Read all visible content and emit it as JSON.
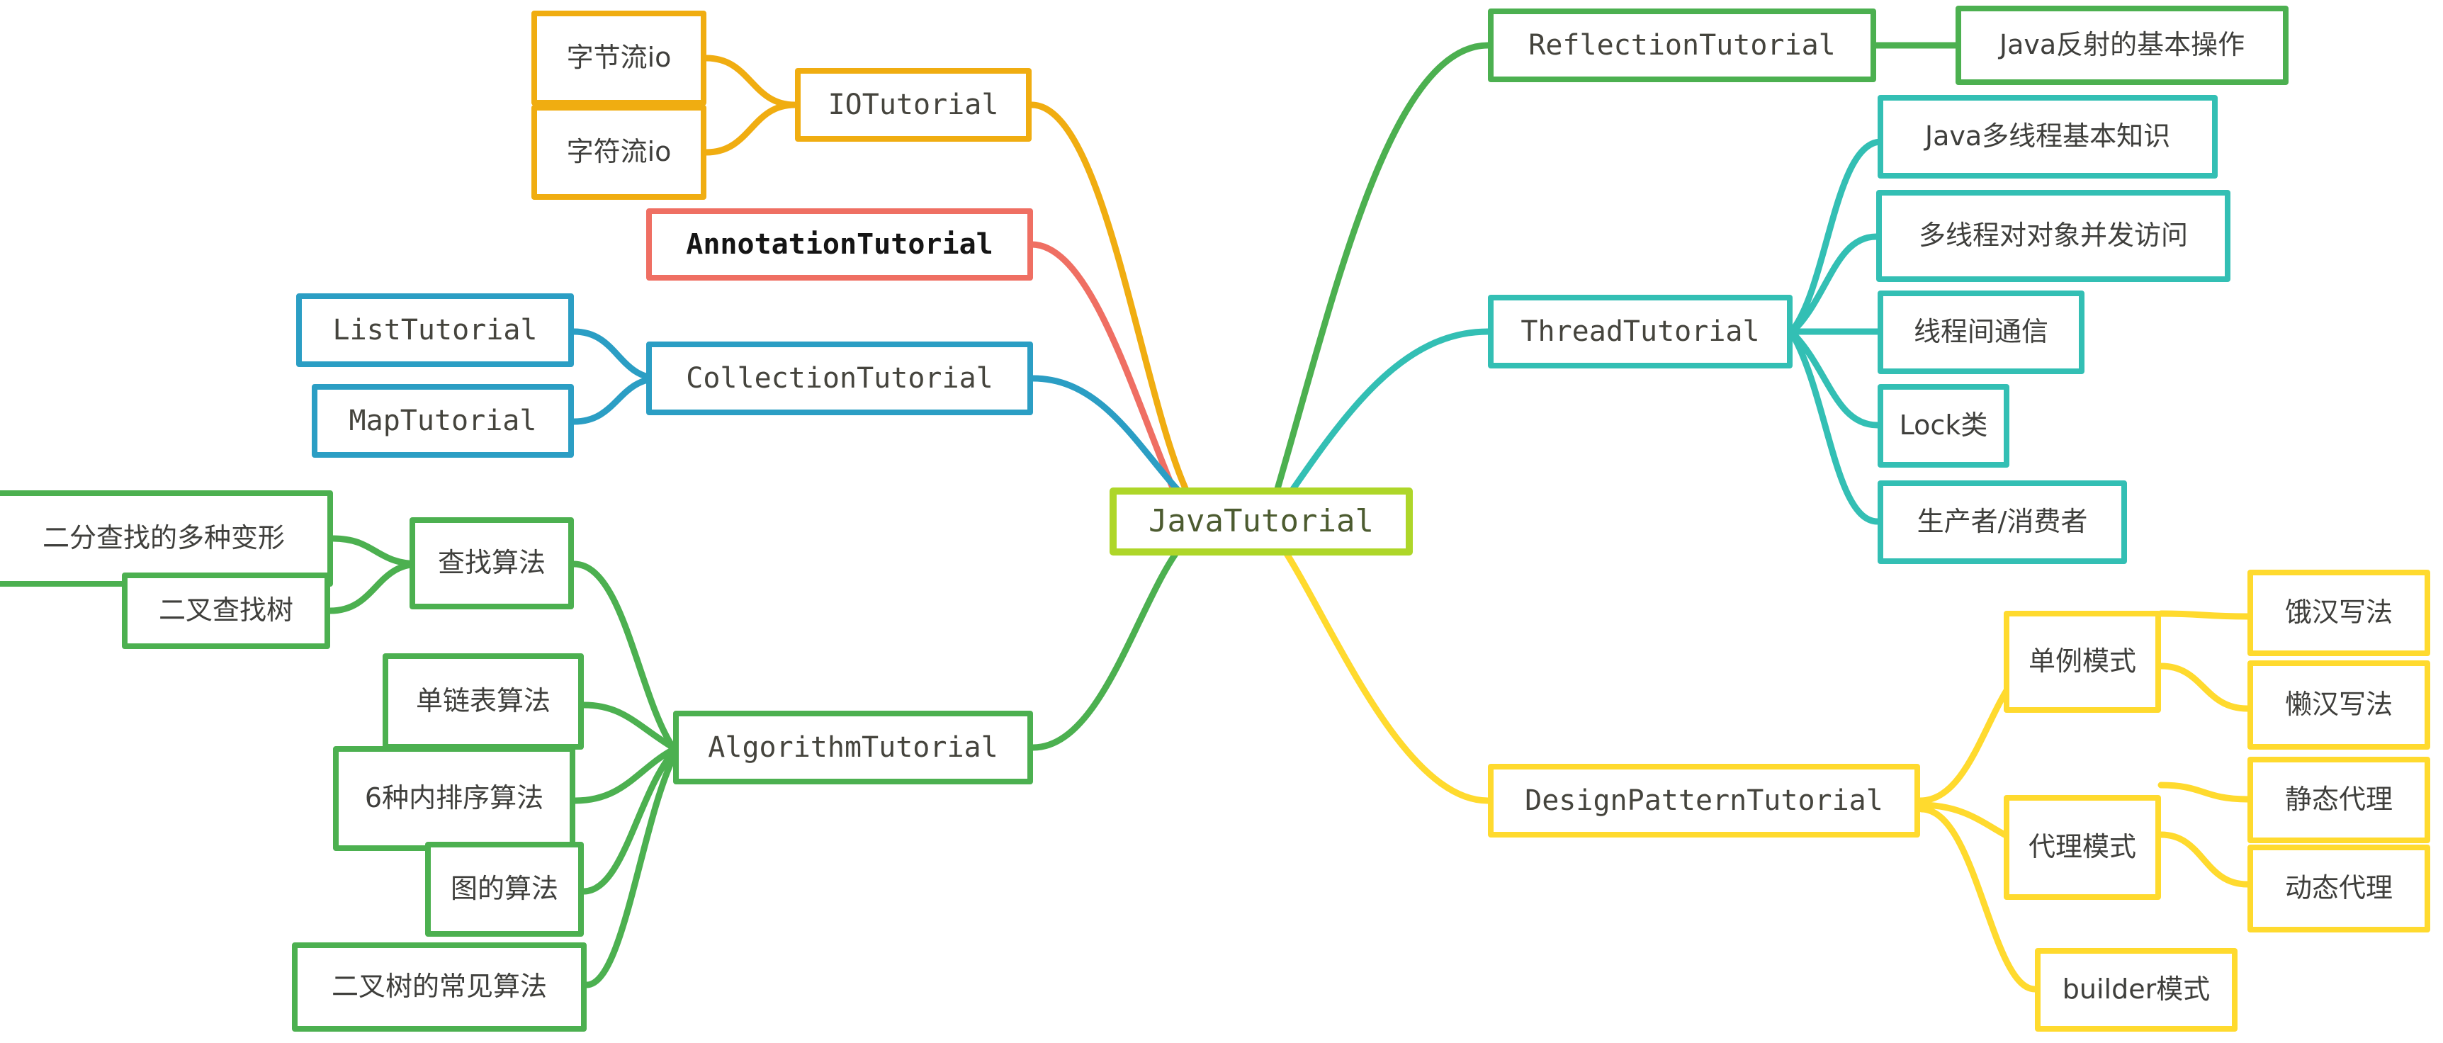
{
  "diagram": {
    "type": "mindmap",
    "title": "JavaTutorial",
    "background": "#ffffff",
    "palette": {
      "root": "#aed629",
      "orange": "#f0ad11",
      "red": "#ef6f63",
      "blue": "#2b9ec4",
      "green": "#4cb050",
      "teal": "#33bfb4",
      "yellow": "#ffda2e"
    }
  },
  "nodes": {
    "root": {
      "label": "JavaTutorial",
      "color": "#aed629"
    },
    "io": {
      "label": "IOTutorial",
      "color": "#f0ad11"
    },
    "io_byte": {
      "label": "字节流io",
      "color": "#f0ad11"
    },
    "io_char": {
      "label": "字符流io",
      "color": "#f0ad11"
    },
    "annotation": {
      "label": "AnnotationTutorial",
      "color": "#ef6f63"
    },
    "collection": {
      "label": "CollectionTutorial",
      "color": "#2b9ec4"
    },
    "list": {
      "label": "ListTutorial",
      "color": "#2b9ec4"
    },
    "map": {
      "label": "MapTutorial",
      "color": "#2b9ec4"
    },
    "algorithm": {
      "label": "AlgorithmTutorial",
      "color": "#4cb050"
    },
    "search_algo": {
      "label": "查找算法",
      "color": "#4cb050"
    },
    "binary_search_variants": {
      "label": "二分查找的多种变形",
      "color": "#4cb050"
    },
    "binary_search_tree": {
      "label": "二叉查找树",
      "color": "#4cb050"
    },
    "linked_list_algo": {
      "label": "单链表算法",
      "color": "#4cb050"
    },
    "sort_algo": {
      "label": "6种内排序算法",
      "color": "#4cb050"
    },
    "graph_algo": {
      "label": "图的算法",
      "color": "#4cb050"
    },
    "tree_algo": {
      "label": "二叉树的常见算法",
      "color": "#4cb050"
    },
    "reflection": {
      "label": "ReflectionTutorial",
      "color": "#4cb050"
    },
    "reflection_basic": {
      "label": "Java反射的基本操作",
      "color": "#4cb050"
    },
    "thread": {
      "label": "ThreadTutorial",
      "color": "#33bfb4"
    },
    "thread_basic": {
      "label": "Java多线程基本知识",
      "color": "#33bfb4"
    },
    "thread_concurrent": {
      "label": "多线程对对象并发访问",
      "color": "#33bfb4"
    },
    "thread_comm": {
      "label": "线程间通信",
      "color": "#33bfb4"
    },
    "thread_lock": {
      "label": "Lock类",
      "color": "#33bfb4"
    },
    "thread_pc": {
      "label": "生产者/消费者",
      "color": "#33bfb4"
    },
    "designpattern": {
      "label": "DesignPatternTutorial",
      "color": "#ffda2e"
    },
    "singleton": {
      "label": "单例模式",
      "color": "#ffda2e"
    },
    "eager": {
      "label": "饿汉写法",
      "color": "#ffda2e"
    },
    "lazy": {
      "label": "懒汉写法",
      "color": "#ffda2e"
    },
    "proxy": {
      "label": "代理模式",
      "color": "#ffda2e"
    },
    "static_proxy": {
      "label": "静态代理",
      "color": "#ffda2e"
    },
    "dynamic_proxy": {
      "label": "动态代理",
      "color": "#ffda2e"
    },
    "builder": {
      "label": "builder模式",
      "color": "#ffda2e"
    }
  },
  "edges": [
    {
      "from": "root",
      "to": "io",
      "color": "#f0ad11"
    },
    {
      "from": "io",
      "to": "io_byte",
      "color": "#f0ad11"
    },
    {
      "from": "io",
      "to": "io_char",
      "color": "#f0ad11"
    },
    {
      "from": "root",
      "to": "annotation",
      "color": "#ef6f63"
    },
    {
      "from": "root",
      "to": "collection",
      "color": "#2b9ec4"
    },
    {
      "from": "collection",
      "to": "list",
      "color": "#2b9ec4"
    },
    {
      "from": "collection",
      "to": "map",
      "color": "#2b9ec4"
    },
    {
      "from": "root",
      "to": "algorithm",
      "color": "#4cb050"
    },
    {
      "from": "algorithm",
      "to": "search_algo",
      "color": "#4cb050"
    },
    {
      "from": "search_algo",
      "to": "binary_search_variants",
      "color": "#4cb050"
    },
    {
      "from": "search_algo",
      "to": "binary_search_tree",
      "color": "#4cb050"
    },
    {
      "from": "algorithm",
      "to": "linked_list_algo",
      "color": "#4cb050"
    },
    {
      "from": "algorithm",
      "to": "sort_algo",
      "color": "#4cb050"
    },
    {
      "from": "algorithm",
      "to": "graph_algo",
      "color": "#4cb050"
    },
    {
      "from": "algorithm",
      "to": "tree_algo",
      "color": "#4cb050"
    },
    {
      "from": "root",
      "to": "reflection",
      "color": "#4cb050"
    },
    {
      "from": "reflection",
      "to": "reflection_basic",
      "color": "#4cb050"
    },
    {
      "from": "root",
      "to": "thread",
      "color": "#33bfb4"
    },
    {
      "from": "thread",
      "to": "thread_basic",
      "color": "#33bfb4"
    },
    {
      "from": "thread",
      "to": "thread_concurrent",
      "color": "#33bfb4"
    },
    {
      "from": "thread",
      "to": "thread_comm",
      "color": "#33bfb4"
    },
    {
      "from": "thread",
      "to": "thread_lock",
      "color": "#33bfb4"
    },
    {
      "from": "thread",
      "to": "thread_pc",
      "color": "#33bfb4"
    },
    {
      "from": "root",
      "to": "designpattern",
      "color": "#ffda2e"
    },
    {
      "from": "designpattern",
      "to": "singleton",
      "color": "#ffda2e"
    },
    {
      "from": "singleton",
      "to": "eager",
      "color": "#ffda2e"
    },
    {
      "from": "singleton",
      "to": "lazy",
      "color": "#ffda2e"
    },
    {
      "from": "designpattern",
      "to": "proxy",
      "color": "#ffda2e"
    },
    {
      "from": "proxy",
      "to": "static_proxy",
      "color": "#ffda2e"
    },
    {
      "from": "proxy",
      "to": "dynamic_proxy",
      "color": "#ffda2e"
    },
    {
      "from": "designpattern",
      "to": "builder",
      "color": "#ffda2e"
    }
  ]
}
